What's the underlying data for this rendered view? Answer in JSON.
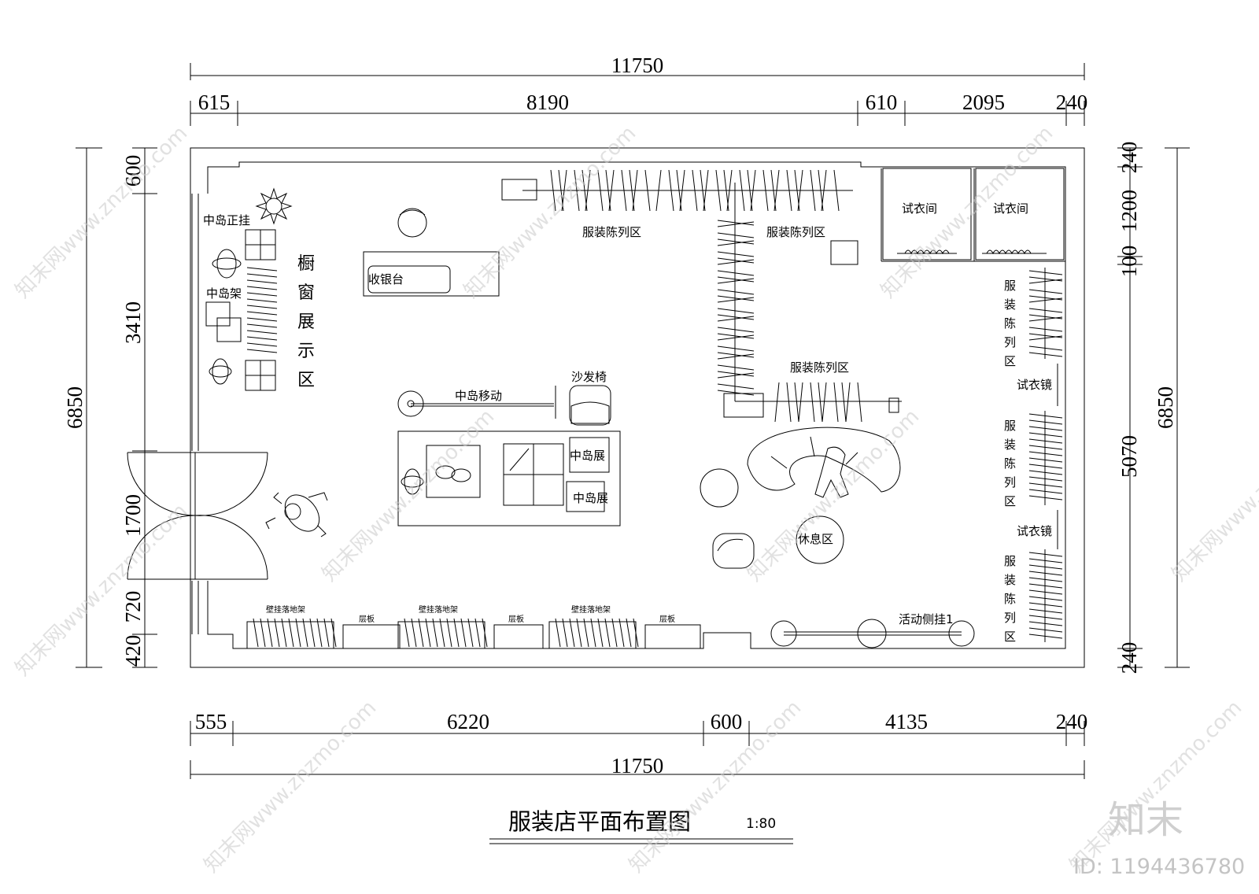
{
  "title": "服装店平面布置图",
  "scale": "1:80",
  "dimensions": {
    "top_total": "11750",
    "top_segments": [
      "615",
      "8190",
      "610",
      "2095",
      "240"
    ],
    "bottom_segments": [
      "555",
      "6220",
      "600",
      "4135",
      "240"
    ],
    "bottom_total": "11750",
    "left_total": "6850",
    "left_segments": [
      "600",
      "3410",
      "1700",
      "720",
      "420"
    ],
    "right_total": "6850",
    "right_segments": [
      "240",
      "1200",
      "100",
      "5070",
      "240"
    ]
  },
  "labels": {
    "island_front": "中岛正挂",
    "island_rack": "中岛架",
    "window_display": [
      "橱",
      "窗",
      "展",
      "示",
      "区"
    ],
    "cashier": "收银台",
    "display_top": "服装陈列区",
    "display_top_right": "服装陈列区",
    "display_center": "服装陈列区",
    "fitting_room_1": "试衣间",
    "fitting_room_2": "试衣间",
    "display_vertical_1": [
      "服",
      "装",
      "陈",
      "列",
      "区"
    ],
    "mirror_1": "试衣镜",
    "display_vertical_2": [
      "服",
      "装",
      "陈",
      "列",
      "区"
    ],
    "mirror_2": "试衣镜",
    "display_vertical_3": [
      "服",
      "装",
      "陈",
      "列",
      "区"
    ],
    "sofa_chair": "沙发椅",
    "island_mobile": "中岛移动",
    "island_display_1": "中岛展",
    "island_display_2": "中岛展",
    "rest_area": "休息区",
    "mobile_side_hanger": "活动侧挂1",
    "wall_rack_1": "壁挂落地架",
    "wall_rack_2": "壁挂落地架",
    "wall_rack_3": "壁挂落地架",
    "shelf_1": "层板",
    "shelf_2": "层板",
    "shelf_3": "层板"
  },
  "watermark": {
    "text": "知末网www.znzmo.com",
    "brand": "知末",
    "id": "ID: 1194436780"
  }
}
